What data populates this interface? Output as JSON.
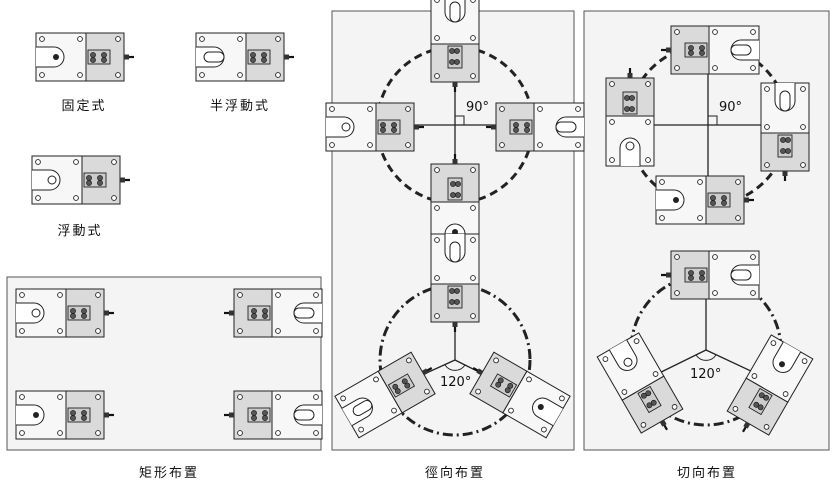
{
  "labels": {
    "fixed": "固定式",
    "semi_floating": "半浮動式",
    "floating": "浮動式",
    "rectangular": "矩形布置",
    "radial": "徑向布置",
    "tangential": "切向布置"
  },
  "angles": {
    "radial_four": "90°",
    "radial_three": "120°",
    "tangential_four": "90°",
    "tangential_three": "120°"
  },
  "colors": {
    "panel_fill": "#f4f4f4",
    "panel_border": "#555555",
    "module_fill": "#dadada",
    "mount_plate_fill": "#cccccc",
    "line": "#222222"
  }
}
